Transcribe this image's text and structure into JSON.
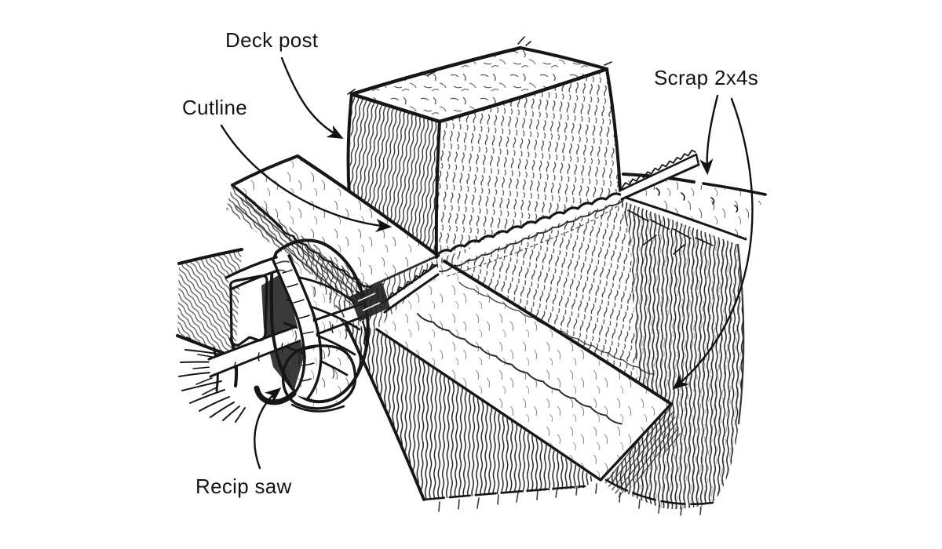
{
  "figure": {
    "type": "hand-drawn instructional illustration",
    "labels": {
      "deck_post": "Deck post",
      "cutline": "Cutline",
      "scrap_2x4s": "Scrap 2x4s",
      "recip_saw": "Recip saw"
    },
    "style": {
      "ink": "#161616",
      "paper": "#ffffff"
    }
  }
}
